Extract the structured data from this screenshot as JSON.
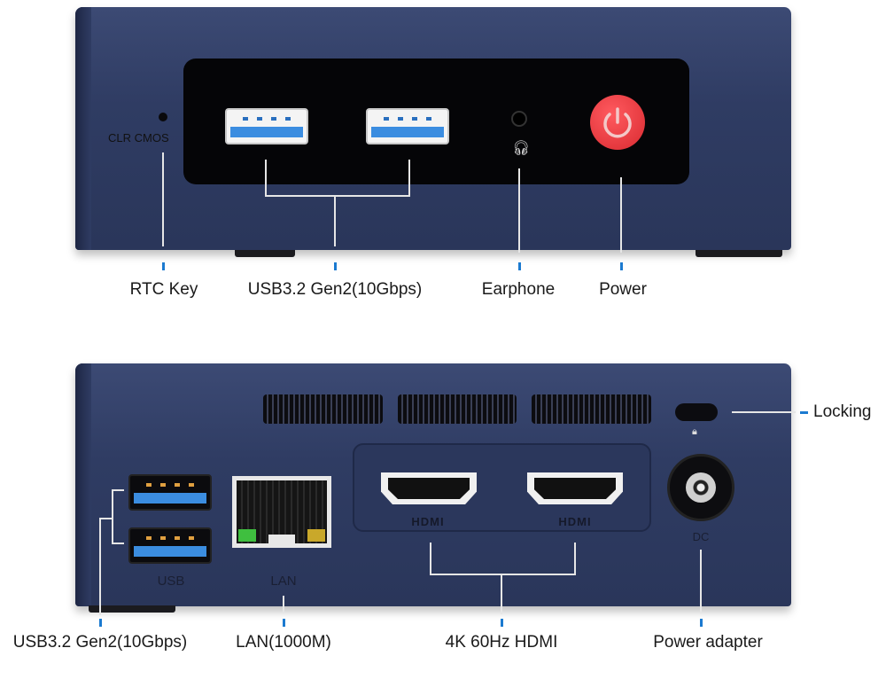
{
  "front": {
    "clr_cmos": "CLR CMOS",
    "labels": {
      "rtc": "RTC Key",
      "usb": "USB3.2 Gen2(10Gbps)",
      "earphone": "Earphone",
      "power": "Power"
    }
  },
  "rear": {
    "usb_text": "USB",
    "lan_text": "LAN",
    "hdmi_logo": "HDMI",
    "dc_text": "DC",
    "labels": {
      "usb": "USB3.2 Gen2(10Gbps)",
      "lan": "LAN(1000M)",
      "hdmi": "4K 60Hz HDMI",
      "power": "Power adapter",
      "locking": "Locking"
    }
  },
  "colors": {
    "body": "#2f3c63",
    "accent": "#1b7ad0",
    "power_button": "#e8383d"
  }
}
